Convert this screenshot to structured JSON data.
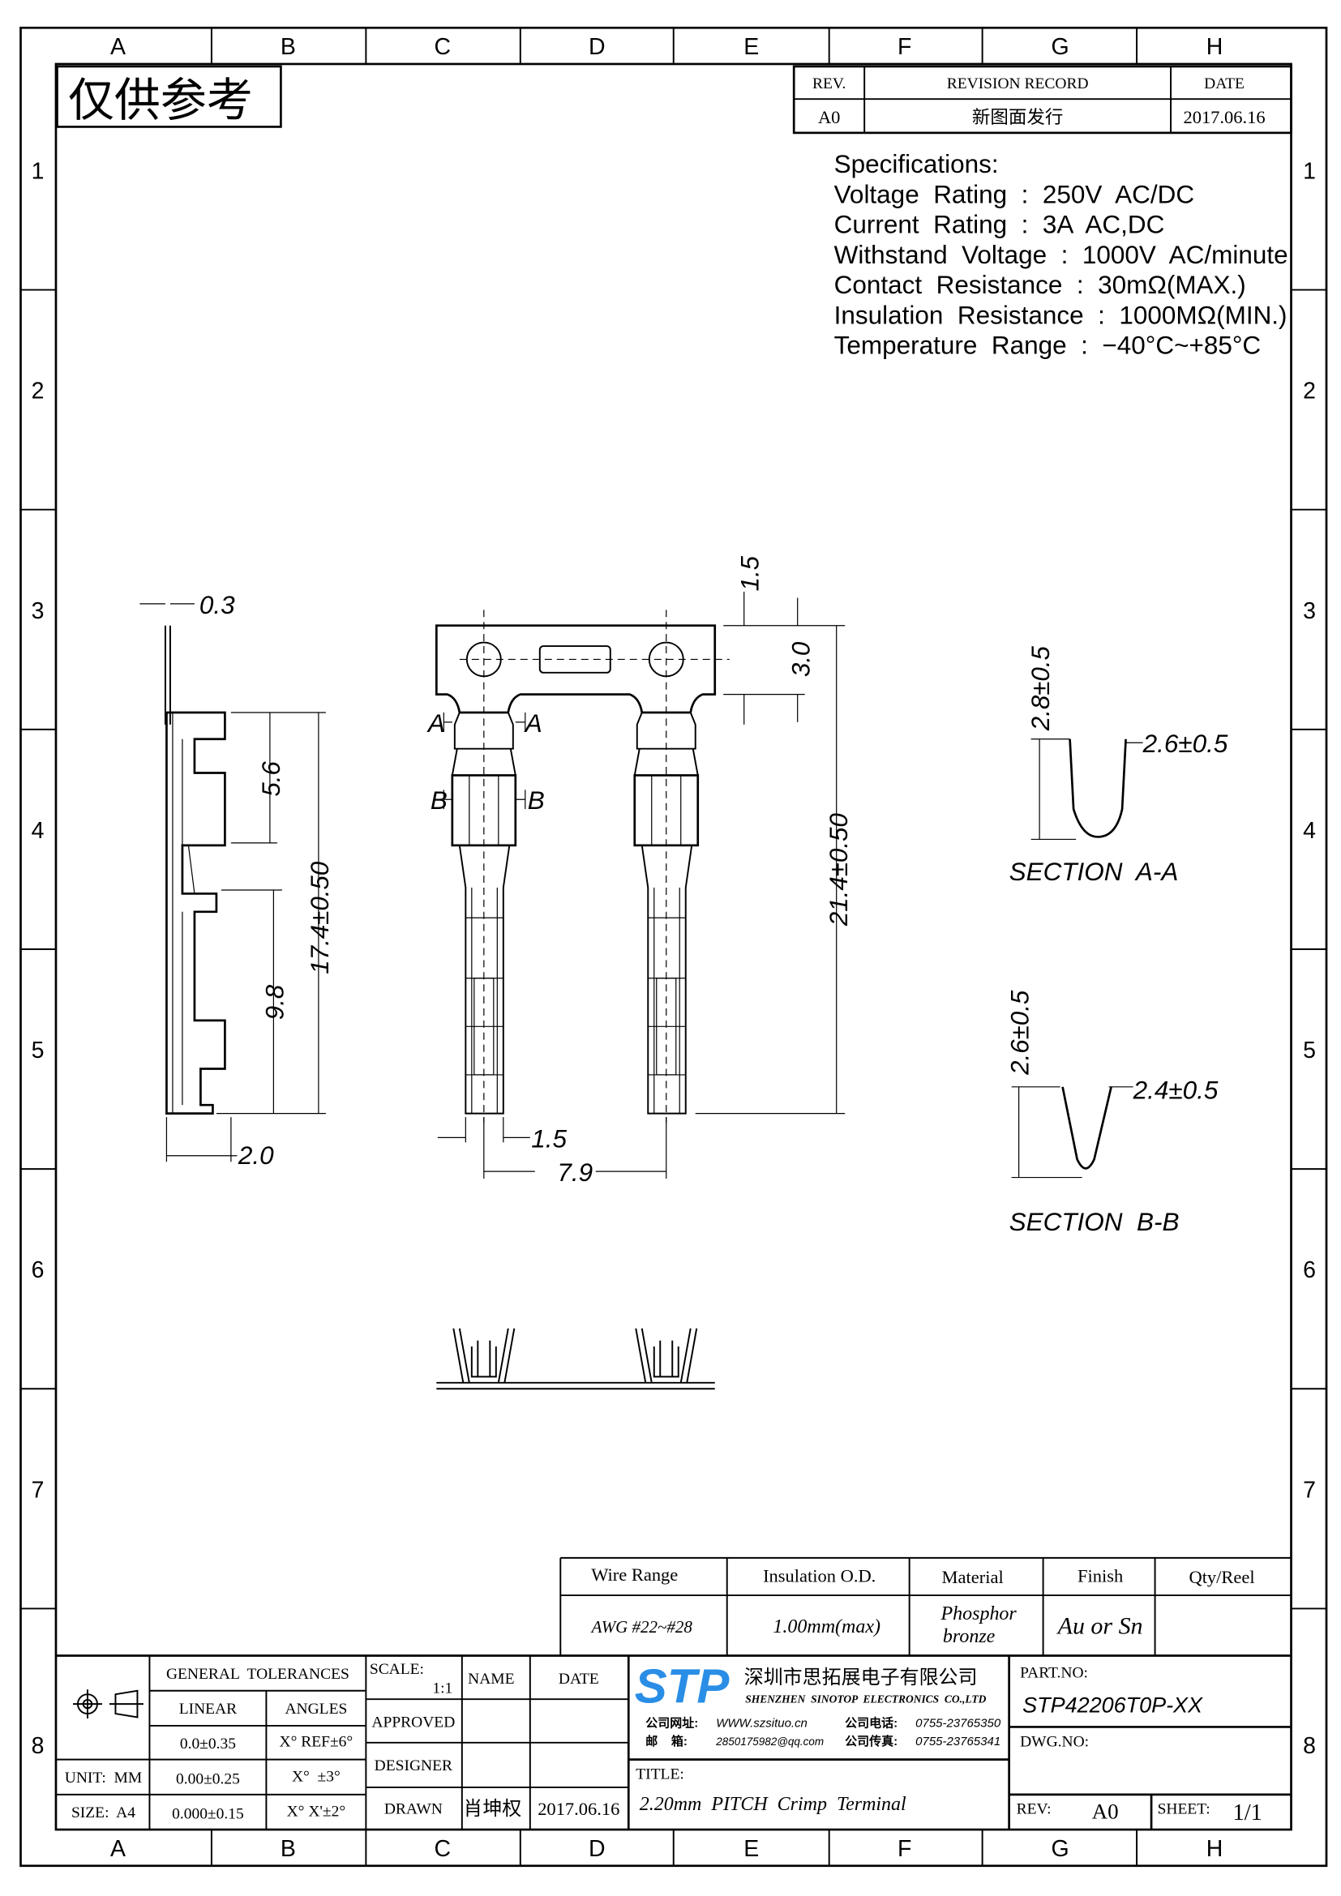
{
  "frame": {
    "columns": [
      "A",
      "B",
      "C",
      "D",
      "E",
      "F",
      "G",
      "H"
    ],
    "rows": [
      "1",
      "2",
      "3",
      "4",
      "5",
      "6",
      "7",
      "8"
    ]
  },
  "stamp": "仅供参考",
  "revision": {
    "headers": [
      "REV.",
      "REVISION RECORD",
      "DATE"
    ],
    "row": [
      "A0",
      "新图面发行",
      "2017.06.16"
    ]
  },
  "specifications": {
    "title": "Specifications:",
    "lines": [
      "Voltage  Rating  :  250V  AC/DC",
      "Current  Rating  :  3A  AC,DC",
      "Withstand  Voltage  :  1000V  AC/minute",
      "Contact  Resistance  :  30mΩ(MAX.)",
      "Insulation  Resistance  :  1000MΩ(MIN.)",
      "Temperature  Range  :  −40°C~+85°C"
    ]
  },
  "side_view": {
    "dims": [
      "0.3",
      "5.6",
      "17.4±0.50",
      "9.8",
      "2.0"
    ]
  },
  "front_view": {
    "dims": [
      "1.5",
      "3.0",
      "21.4±0.50",
      "1.5",
      "7.9"
    ],
    "section_marks": [
      "A",
      "A",
      "B",
      "B"
    ]
  },
  "section_aa": {
    "label": "SECTION  A-A",
    "dims": [
      "2.8±0.5",
      "2.6±0.5"
    ]
  },
  "section_bb": {
    "label": "SECTION  B-B",
    "dims": [
      "2.6±0.5",
      "2.4±0.5"
    ]
  },
  "wire_table": {
    "headers": [
      "Wire Range",
      "Insulation O.D.",
      "Material",
      "Finish",
      "Qty/Reel"
    ],
    "values": [
      "AWG #22~#28",
      "1.00mm(max)",
      "Phosphor",
      "bronze",
      "Au or Sn",
      ""
    ]
  },
  "tolerances": {
    "title": "GENERAL  TOLERANCES",
    "linear": "LINEAR",
    "angles": "ANGLES",
    "rows": [
      [
        "0.0±0.35",
        "X° REF±6°"
      ],
      [
        "0.00±0.25",
        "X°  ±3°"
      ],
      [
        "0.000±0.15",
        "X° X'±2°"
      ]
    ],
    "unit": "UNIT:  MM",
    "size": "SIZE:  A4"
  },
  "signoff": {
    "scale_label": "SCALE:",
    "scale_value": "1:1",
    "name_header": "NAME",
    "date_header": "DATE",
    "approved": "APPROVED",
    "designer": "DESIGNER",
    "drawn": "DRAWN",
    "drawn_name": "肖坤权",
    "drawn_date": "2017.06.16"
  },
  "company": {
    "logo": "STP",
    "logo_color": "#2a8ee6",
    "name_cn": "深圳市思拓展电子有限公司",
    "name_en": "SHENZHEN  SINOTOP  ELECTRONICS  CO.,LTD",
    "web_label": "公司网址:",
    "web": "WWW.szsituo.cn",
    "phone_label": "公司电话:",
    "phone": "0755-23765350",
    "email_label": "邮    箱:",
    "email": "2850175982@qq.com",
    "fax_label": "公司传真:",
    "fax": "0755-23765341"
  },
  "title_block": {
    "title_label": "TITLE:",
    "title": "2.20mm  PITCH  Crimp  Terminal",
    "part_no_label": "PART.NO:",
    "part_no": "STP42206T0P-XX",
    "dwg_no_label": "DWG.NO:",
    "rev_label": "REV:",
    "rev": "A0",
    "sheet_label": "SHEET:",
    "sheet": "1/1"
  }
}
